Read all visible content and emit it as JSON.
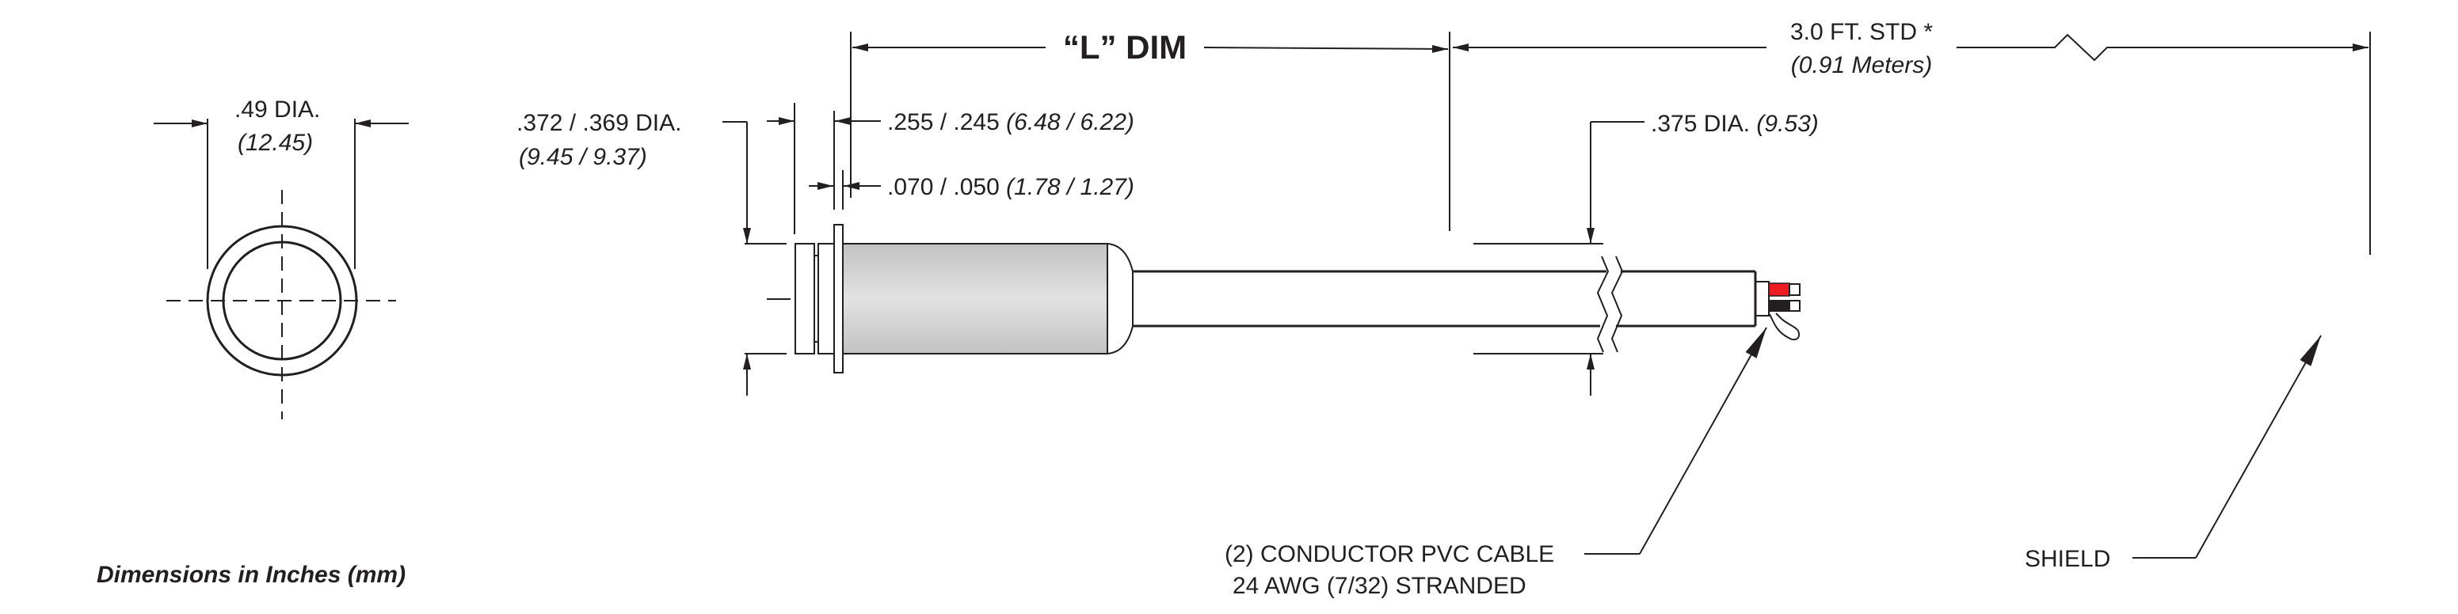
{
  "end_view": {
    "dia_label": ".49 DIA.",
    "dia_mm": "(12.45)"
  },
  "body_dia": {
    "label": ".372 / .369 DIA.",
    "mm": "(9.45 / 9.37)"
  },
  "cap_length": {
    "label": ".255 / .245",
    "mm": "(6.48 / 6.22)"
  },
  "flange_thickness": {
    "label": ".070 / .050",
    "mm": "(1.78 / 1.27)"
  },
  "length": {
    "label": "“L” DIM"
  },
  "cable_length": {
    "label": "3.0 FT. STD *",
    "mm": "(0.91 Meters)"
  },
  "cable_dia": {
    "label": ".375 DIA.",
    "mm": "(9.53)"
  },
  "cable_callout": {
    "line1": "(2) CONDUCTOR PVC CABLE",
    "line2": "24 AWG (7/32) STRANDED"
  },
  "shield_callout": {
    "label": "SHIELD"
  },
  "units_note": "Dimensions in Inches (mm)",
  "colors": {
    "body_gray": "#cfcfcf",
    "red_wire": "#ed1c24",
    "black_wire": "#231f20"
  }
}
